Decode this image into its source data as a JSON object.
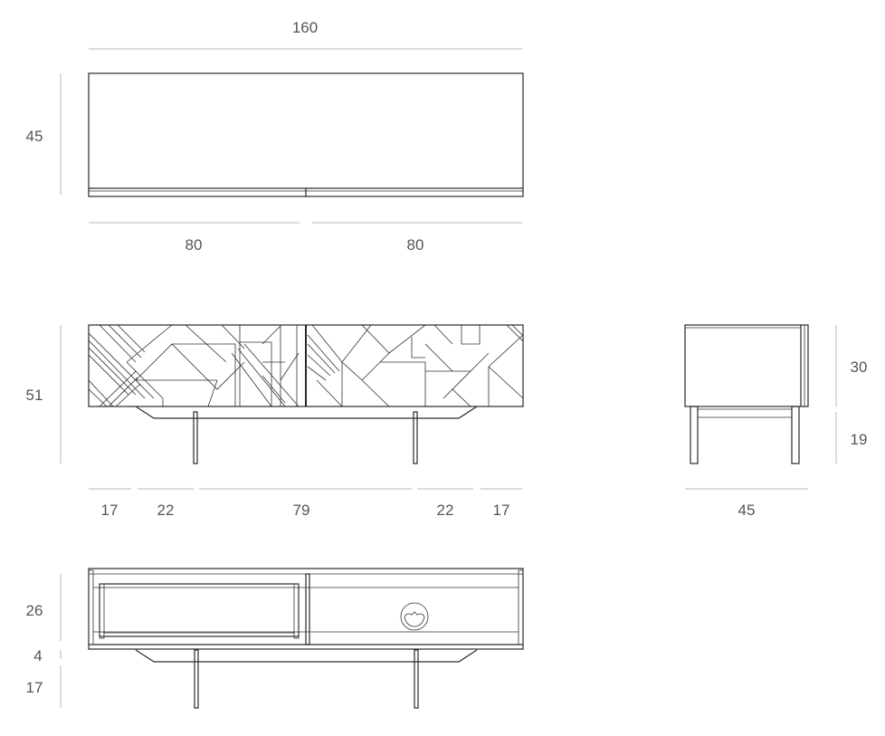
{
  "top_view": {
    "width_label": "160",
    "depth_label": "45",
    "half_labels": [
      "80",
      "80"
    ]
  },
  "front_view": {
    "height_label": "51",
    "segment_labels": [
      "17",
      "22",
      "79",
      "22",
      "17"
    ]
  },
  "side_view": {
    "body_height_label": "30",
    "leg_height_label": "19",
    "depth_label": "45"
  },
  "open_view": {
    "labels": [
      "26",
      "4",
      "17"
    ]
  },
  "colors": {
    "line": "#2a2a2a",
    "dimension": "#b8b8b8",
    "text": "#555555"
  }
}
